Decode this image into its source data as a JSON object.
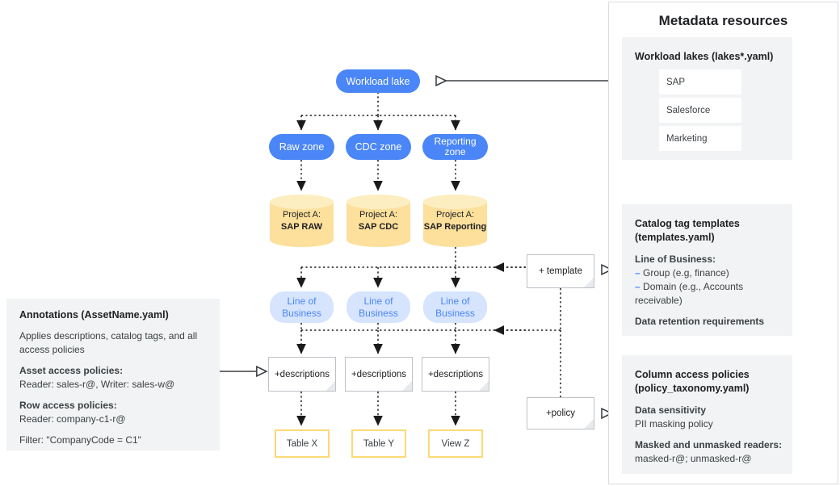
{
  "flow": {
    "workload_lake": "Workload lake",
    "zones": [
      "Raw zone",
      "CDC zone",
      "Reporting zone"
    ],
    "projects": [
      {
        "line1": "Project A:",
        "line2": "SAP RAW"
      },
      {
        "line1": "Project A:",
        "line2": "SAP CDC"
      },
      {
        "line1": "Project A:",
        "line2": "SAP Reporting"
      }
    ],
    "lob": [
      "Line of Business",
      "Line of Business",
      "Line of Business"
    ],
    "descriptions": [
      "+descriptions",
      "+descriptions",
      "+descriptions"
    ],
    "assets": [
      "Table X",
      "Table Y",
      "View Z"
    ],
    "template_note": "+ template",
    "policy_note": "+policy"
  },
  "annotations": {
    "title": "Annotations (AssetName.yaml)",
    "intro": "Applies descriptions, catalog tags, and all access policies",
    "asset_policies_label": "Asset access policies:",
    "asset_policies_value": "Reader: sales-r@, Writer: sales-w@",
    "row_policies_label": "Row access policies:",
    "row_policies_value": "Reader: company-c1-r@",
    "filter": "Filter: \"CompanyCode = C1\""
  },
  "metadata": {
    "title": "Metadata resources",
    "lakes": {
      "title": "Workload lakes (lakes*.yaml)",
      "items": [
        "SAP",
        "Salesforce",
        "Marketing"
      ]
    },
    "templates": {
      "title_line1": "Catalog tag templates",
      "title_line2": "(templates.yaml)",
      "lob_label": "Line of Business:",
      "bullets": [
        "Group (e.g, finance)",
        "Domain (e.g., Accounts receivable)"
      ],
      "retention": "Data retention requirements"
    },
    "policies": {
      "title_line1": "Column access policies",
      "title_line2": "(policy_taxonomy.yaml)",
      "sensitivity_label": "Data sensitivity",
      "sensitivity_value": "PII masking policy",
      "readers_label": "Masked and unmasked readers:",
      "readers_value": "masked-r@; unmasked-r@"
    }
  },
  "colors": {
    "accent_blue": "#4a86f7",
    "light_blue": "#d6e4fd",
    "cylinder": "#fce09b",
    "asset_border": "#fcd976",
    "panel_bg": "#f1f3f4"
  }
}
